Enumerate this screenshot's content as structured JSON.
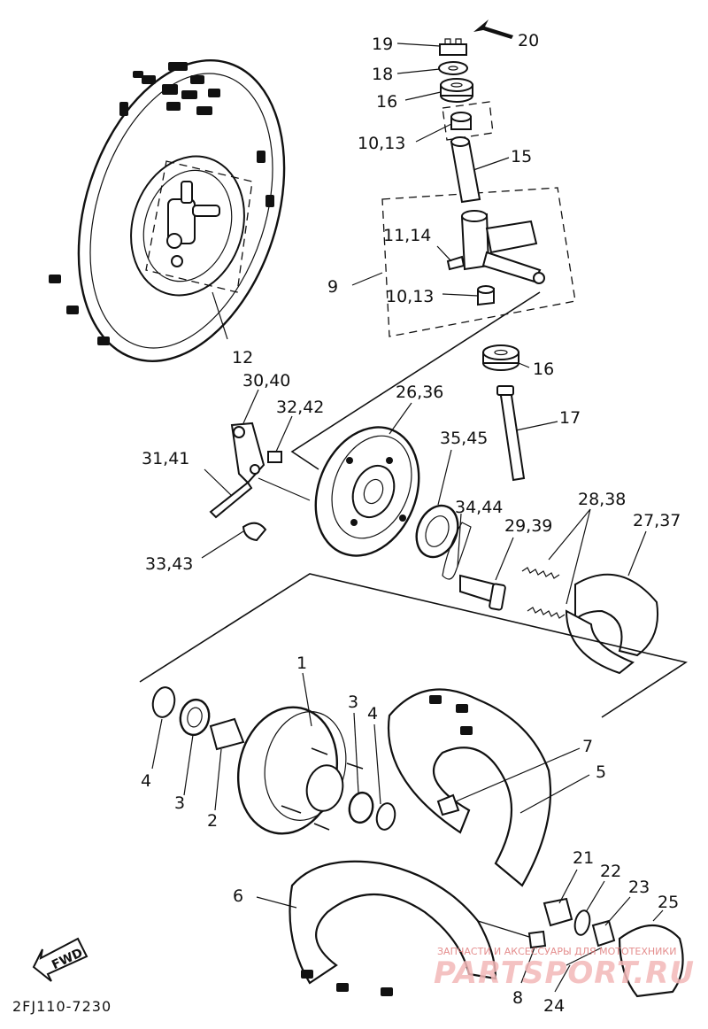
{
  "diagram_code": "2FJ110-7230",
  "direction_badge": "FWD",
  "watermark": {
    "caption": "ЗАПЧАСТИ И АКСЕССУАРЫ ДЛЯ МОТОТЕХНИКИ",
    "brand": "PARTSPORT.RU"
  },
  "callouts": {
    "c20": "20",
    "c19": "19",
    "c18": "18",
    "c16a": "16",
    "c10_13a": "10,13",
    "c15": "15",
    "c11_14": "11,14",
    "c9": "9",
    "c10_13b": "10,13",
    "c16b": "16",
    "c17": "17",
    "c12": "12",
    "c30_40": "30,40",
    "c32_42": "32,42",
    "c26_36": "26,36",
    "c35_45": "35,45",
    "c31_41": "31,41",
    "c34_44": "34,44",
    "c28_38": "28,38",
    "c29_39": "29,39",
    "c27_37": "27,37",
    "c33_43": "33,43",
    "c1": "1",
    "c3a": "3",
    "c4a": "4",
    "c7": "7",
    "c5": "5",
    "c4b": "4",
    "c3b": "3",
    "c2": "2",
    "c21": "21",
    "c22": "22",
    "c23": "23",
    "c25": "25",
    "c6": "6",
    "c8": "8",
    "c24": "24"
  }
}
